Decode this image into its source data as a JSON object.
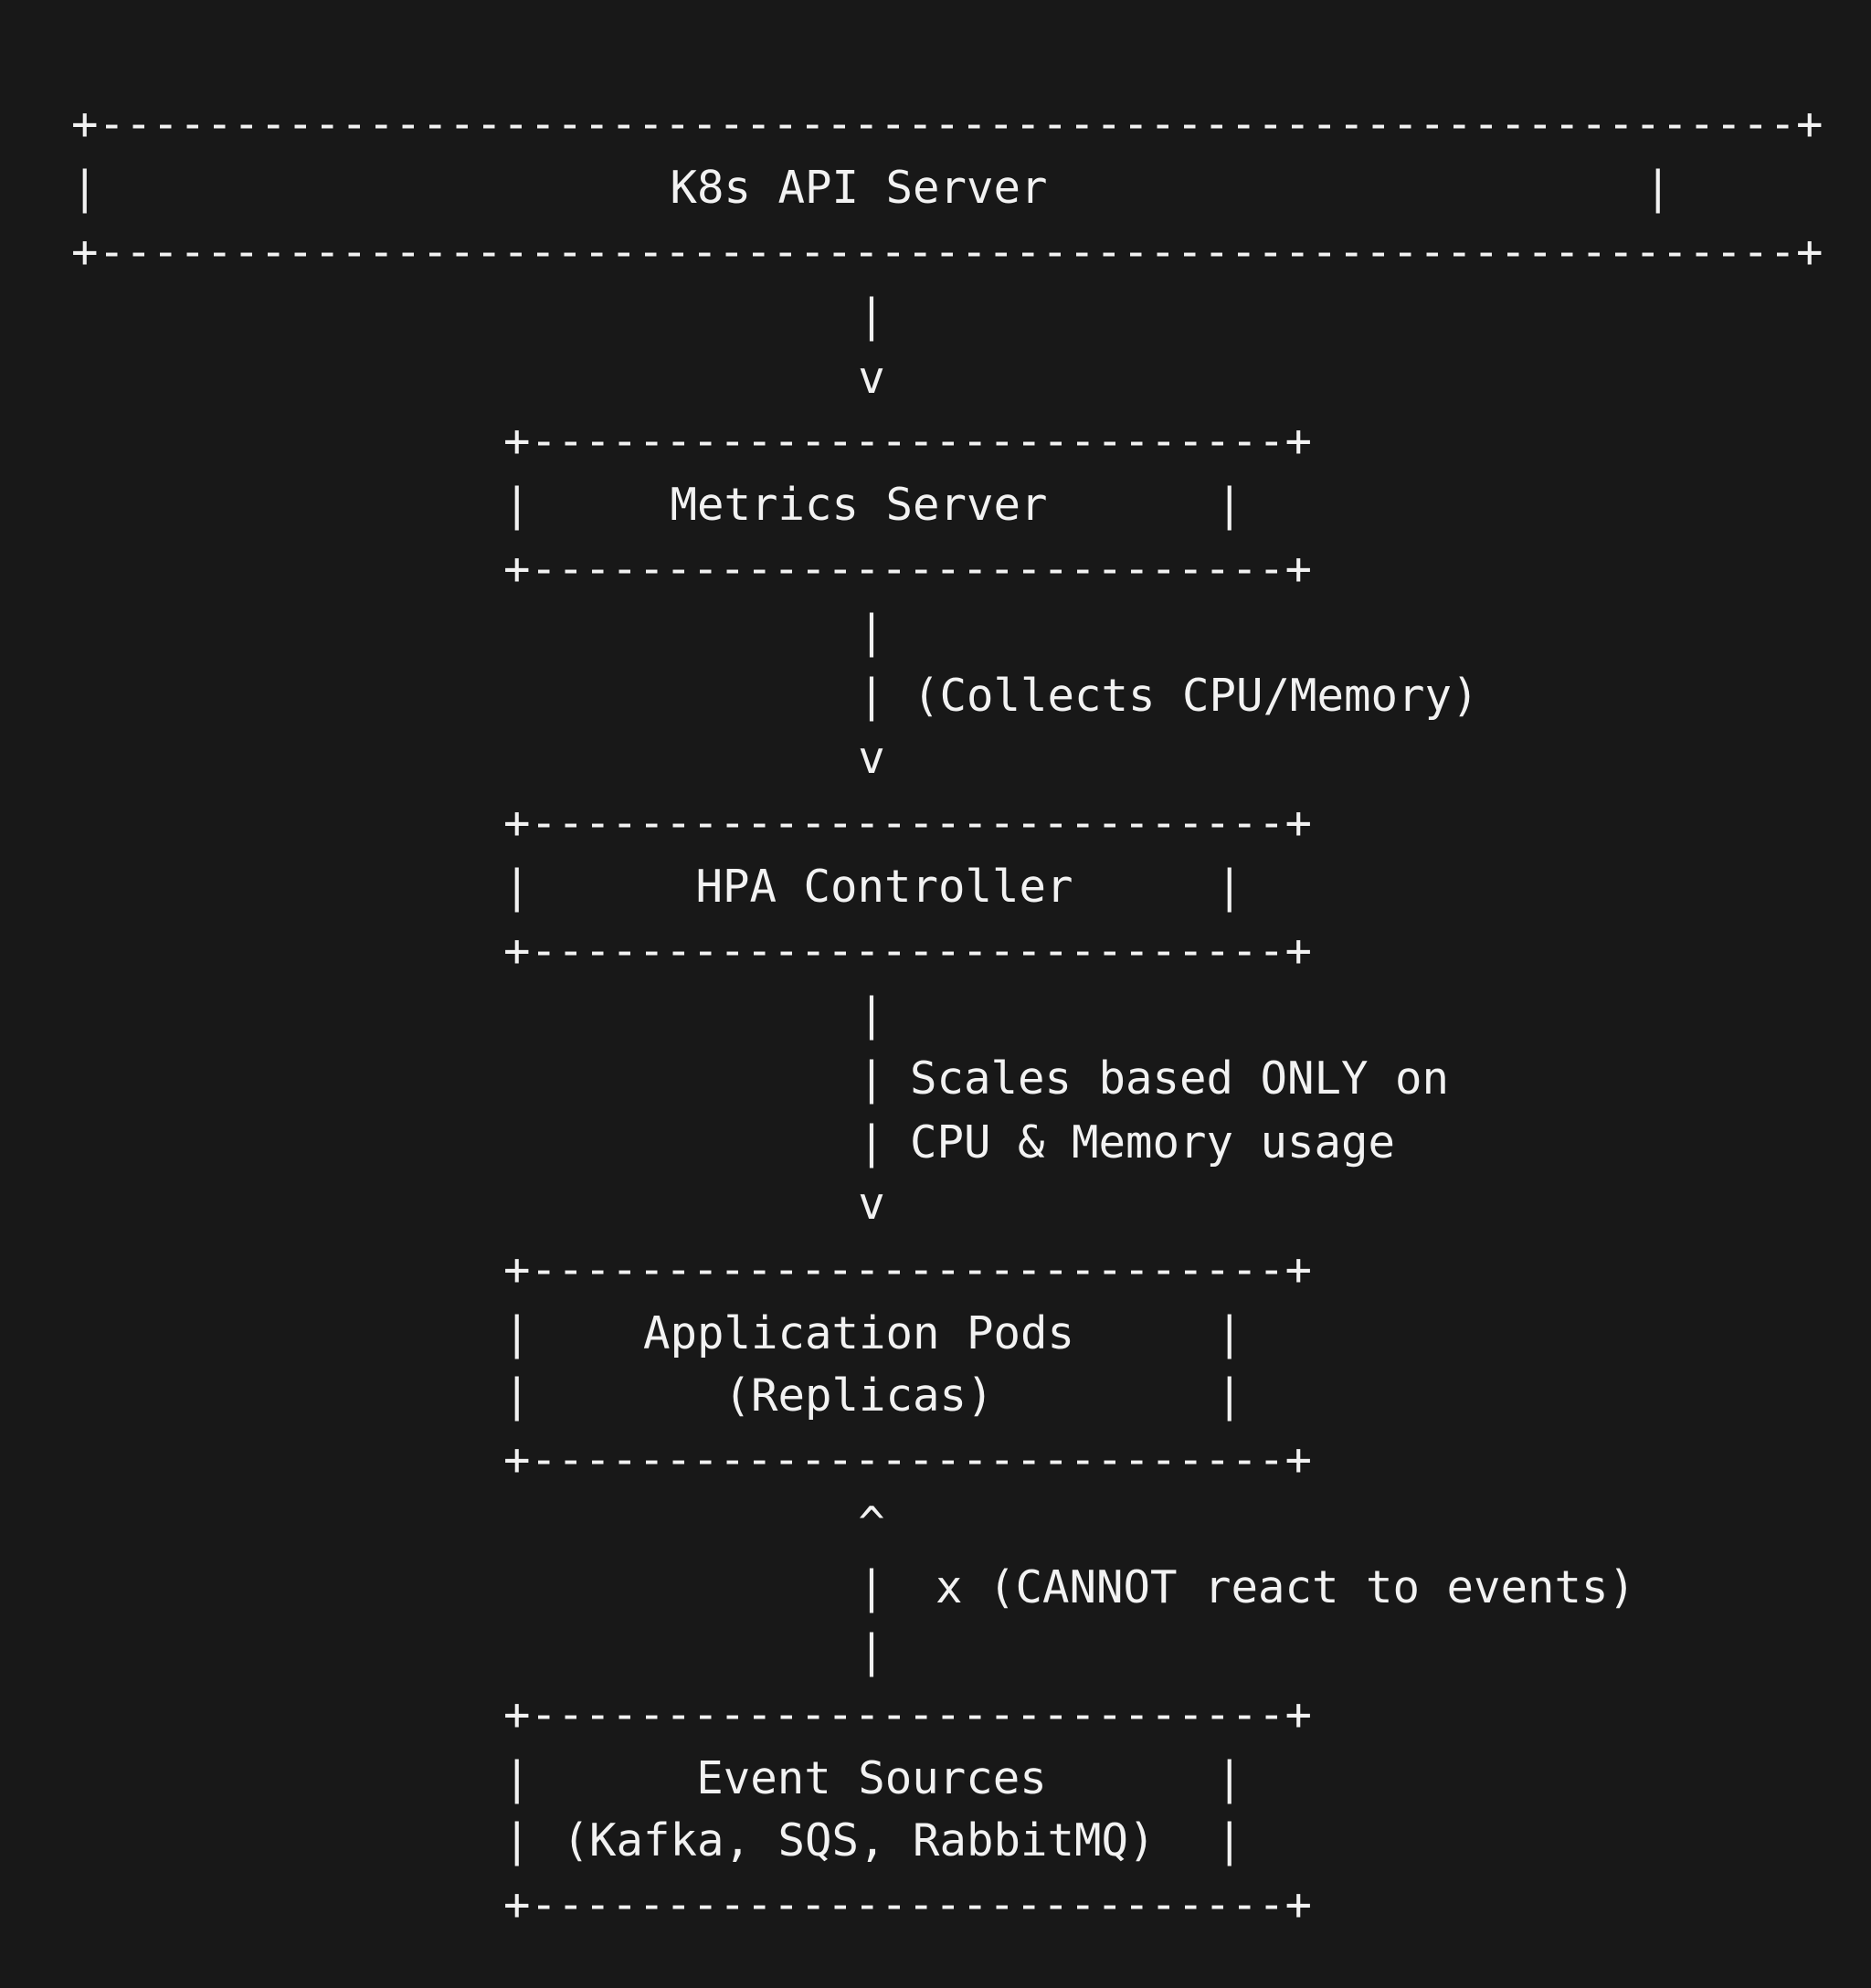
{
  "diagram": {
    "nodes": [
      {
        "id": "k8s-api-server",
        "label": "K8s API Server",
        "sublabel": ""
      },
      {
        "id": "metrics-server",
        "label": "Metrics Server",
        "sublabel": ""
      },
      {
        "id": "hpa-controller",
        "label": "HPA Controller",
        "sublabel": ""
      },
      {
        "id": "application-pods",
        "label": "Application Pods",
        "sublabel": "(Replicas)"
      },
      {
        "id": "event-sources",
        "label": "Event Sources",
        "sublabel": "(Kafka, SQS, RabbitMQ)"
      }
    ],
    "edges": [
      {
        "from": "k8s-api-server",
        "to": "metrics-server",
        "label": [],
        "marker": ""
      },
      {
        "from": "metrics-server",
        "to": "hpa-controller",
        "label": [
          "(Collects CPU/Memory)"
        ],
        "marker": ""
      },
      {
        "from": "hpa-controller",
        "to": "application-pods",
        "label": [
          "Scales based ONLY on",
          "CPU & Memory usage"
        ],
        "marker": ""
      },
      {
        "from": "event-sources",
        "to": "application-pods",
        "label": [
          "(CANNOT react to events)"
        ],
        "marker": "x"
      }
    ],
    "glyphs": {
      "corner": "+",
      "horizontal": "-",
      "vertical": "|",
      "arrow_down": "v",
      "arrow_up": "^"
    },
    "colors": {
      "background": "#181818",
      "foreground": "#f2f2f2"
    }
  }
}
